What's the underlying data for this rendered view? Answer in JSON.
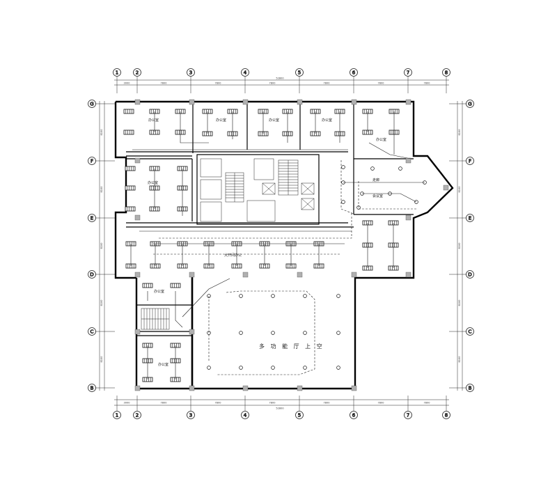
{
  "drawing": {
    "stroke_color": "#1a1a1a",
    "wall_color": "#000000",
    "column_color": "#b0b0b0",
    "background": "#ffffff"
  },
  "grid": {
    "columns": [
      "1",
      "2",
      "3",
      "4",
      "5",
      "6",
      "7",
      "8"
    ],
    "rows": [
      "G",
      "F",
      "E",
      "D",
      "C",
      "B"
    ]
  },
  "dimensions": {
    "top_segments": [
      "3000",
      "7800",
      "7800",
      "7800",
      "7800",
      "7800",
      "7800"
    ],
    "top_total": "52800",
    "bottom_segments": [
      "3000",
      "7800",
      "7800",
      "7800",
      "7800",
      "7800",
      "7800"
    ],
    "bottom_total": "52800",
    "left_segments": [
      "8100",
      "8100",
      "8100",
      "8100",
      "8100"
    ],
    "right_segments": [
      "8100",
      "8100",
      "8100",
      "8100",
      "8100"
    ]
  },
  "rooms": {
    "office_1": "办公室",
    "office_2": "办公室",
    "office_3": "办公室",
    "office_4": "办公室",
    "office_5": "办公室",
    "office_6": "办公室",
    "meeting": "会议室",
    "corridor": "走廊",
    "open_office": "大开间办公",
    "office_7": "办公室",
    "office_8": "办公室",
    "hall": "多 功 能 厅 上 空"
  },
  "icons": {
    "fixture": "fluorescent-light-fixture-icon",
    "downlight": "downlight-icon",
    "stair": "staircase-icon",
    "elevator": "elevator-icon",
    "axis_bubble": "grid-axis-bubble-icon"
  }
}
